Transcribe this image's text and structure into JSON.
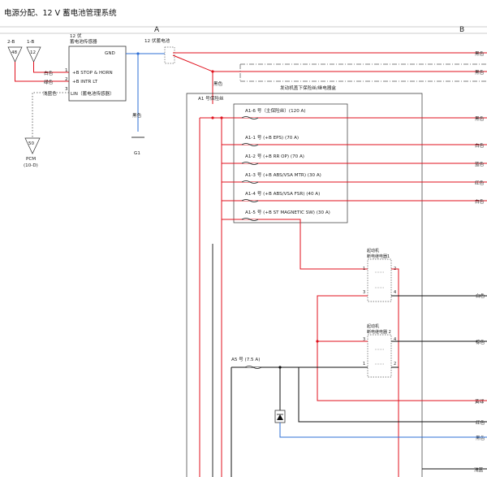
{
  "title": "电源分配、12 V 蓄电池管理系统",
  "columns": {
    "a": "A",
    "b": "B"
  },
  "connectors": [
    {
      "id": "2-B",
      "pin": "48"
    },
    {
      "id": "1-B",
      "pin": "12"
    }
  ],
  "pcm": {
    "pin": "50",
    "name": "PCM",
    "connector": "(10-D)"
  },
  "sensor": {
    "header_line1": "12 伏",
    "header_line2": "蓄电池传感器",
    "gnd_label": "GND",
    "pins": [
      {
        "num": "1",
        "label": "+B STOP & HORN"
      },
      {
        "num": "2",
        "label": "+B INTR LT"
      },
      {
        "num": "3",
        "label": "LIN（蓄电池传感器）"
      }
    ]
  },
  "wires": {
    "white": "白色",
    "green": "绿色",
    "light_green": "浅蓝色",
    "black": "黑色",
    "black2": "黑色",
    "ground": "G1"
  },
  "battery_label": "12 伏蓄电池",
  "underhood_box_label": "发动机盖下保险丝/继电器盒",
  "fuse_block": {
    "title": "A1 号保险丝",
    "fuses": [
      {
        "label": "A1-6 号（主保险丝）(120 A)"
      },
      {
        "label": "A1-1 号 (+B EPS) (70 A)"
      },
      {
        "label": "A1-2 号 (+B RR OP) (70 A)"
      },
      {
        "label": "A1-3 号 (+B ABS/VSA MTR) (30 A)"
      },
      {
        "label": "A1-4 号 (+B ABS/VSA FSR) (40 A)"
      },
      {
        "label": "A1-5 号 (+B ST MAGNETIC SW) (30 A)"
      }
    ]
  },
  "relay1": {
    "line1": "起动机",
    "line2": "断电继电器1",
    "pins": [
      "1",
      "2",
      "3",
      "4"
    ]
  },
  "relay2": {
    "line1": "起动机",
    "line2": "断电继电器 2",
    "pins": [
      "3",
      "4",
      "1",
      "2"
    ]
  },
  "fuse_a5": {
    "label": "A5 号 (7.5 A)"
  },
  "right_labels": [
    "黑色",
    "黑色",
    "黑色",
    "白色",
    "蓝色",
    "红色",
    "白色",
    "白色",
    "棕色",
    "黄绿",
    "红色",
    "黑色",
    "浅蓝"
  ],
  "colors": {
    "power": "#e0101c",
    "ground": "#111111",
    "signal": "#2e6fd6",
    "dashed": "#555555"
  }
}
